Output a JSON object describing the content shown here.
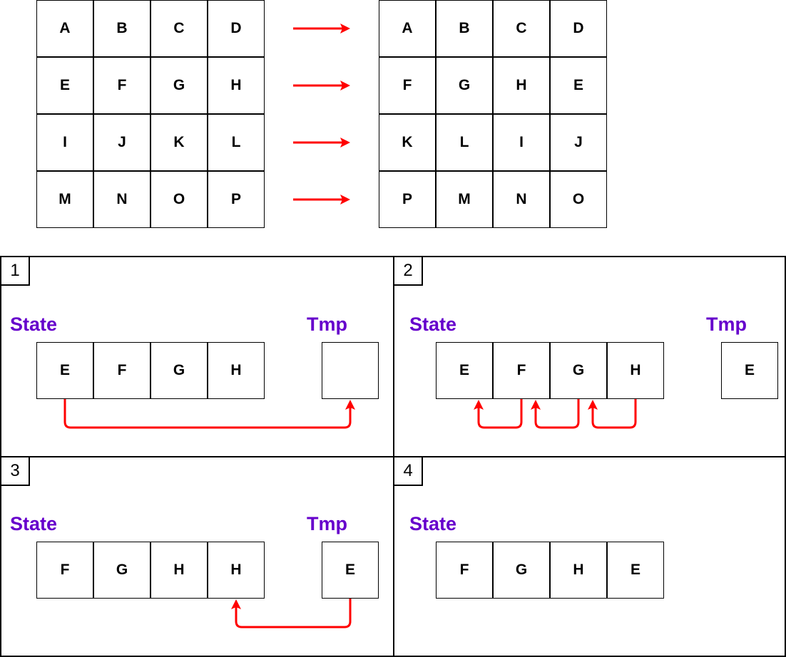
{
  "top": {
    "left_grid": [
      [
        "A",
        "B",
        "C",
        "D"
      ],
      [
        "E",
        "F",
        "G",
        "H"
      ],
      [
        "I",
        "J",
        "K",
        "L"
      ],
      [
        "M",
        "N",
        "O",
        "P"
      ]
    ],
    "right_grid": [
      [
        "A",
        "B",
        "C",
        "D"
      ],
      [
        "F",
        "G",
        "H",
        "E"
      ],
      [
        "K",
        "L",
        "I",
        "J"
      ],
      [
        "P",
        "M",
        "N",
        "O"
      ]
    ]
  },
  "colors": {
    "arrow": "#ff0000",
    "label": "#6600cc"
  },
  "panels": [
    {
      "number": "1",
      "state_label": "State",
      "tmp_label": "Tmp",
      "state": [
        "E",
        "F",
        "G",
        "H"
      ],
      "tmp": ""
    },
    {
      "number": "2",
      "state_label": "State",
      "tmp_label": "Tmp",
      "state": [
        "E",
        "F",
        "G",
        "H"
      ],
      "tmp": "E"
    },
    {
      "number": "3",
      "state_label": "State",
      "tmp_label": "Tmp",
      "state": [
        "F",
        "G",
        "H",
        "H"
      ],
      "tmp": "E"
    },
    {
      "number": "4",
      "state_label": "State",
      "state": [
        "F",
        "G",
        "H",
        "E"
      ]
    }
  ]
}
